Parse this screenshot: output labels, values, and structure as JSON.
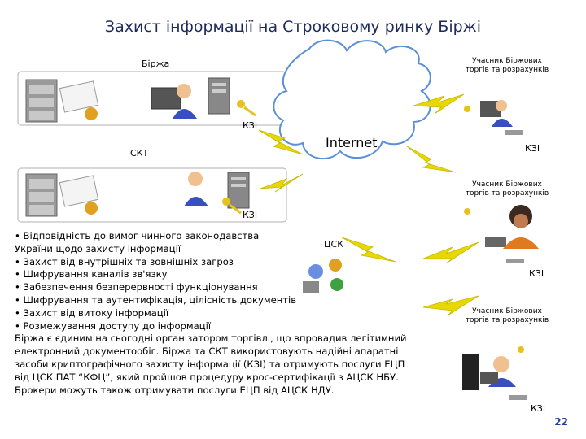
{
  "title": "Захист інформації на Строковому ринку Біржі",
  "labels": {
    "birzha": "Біржа",
    "skt": "СКТ",
    "internet": "Internet",
    "tsk": "ЦСК",
    "kzi": "КЗІ",
    "participant_line1": "Учасник Біржових",
    "participant_line2": "торгів та розрахунків"
  },
  "bullets": [
    "• Відповідність до вимог чинного законодавства",
    "України щодо захисту інформації",
    "• Захист від внутрішніх та зовнішніх загроз",
    "• Шифрування каналів зв'язку",
    "• Забезпечення безперервності функціонування",
    "• Шифрування та аутентифікація, цілісність документів",
    "• Захист від витоку інформації",
    "• Розмежування доступу до інформації"
  ],
  "paragraph": "Біржа є єдиним на сьогодні організатором торгівлі, що впровадив легітимний електронний документообіг. Біржа та СКТ використовують надійні апаратні засоби криптографічного захисту інформації (КЗІ) та отримують послуги ЕЦП від ЦСК ПАТ “КФЦ”, який пройшов процедуру крос-сертифікації з АЦСК НБУ. Брокери можуть також отримувати послуги ЕЦП від АЦСК НДУ.",
  "page_number": "22",
  "colors": {
    "title": "#1f2a5a",
    "cloud_stroke": "#5b8fd6",
    "lightning": "#e6d800",
    "box_stroke": "#b0b0b0"
  }
}
